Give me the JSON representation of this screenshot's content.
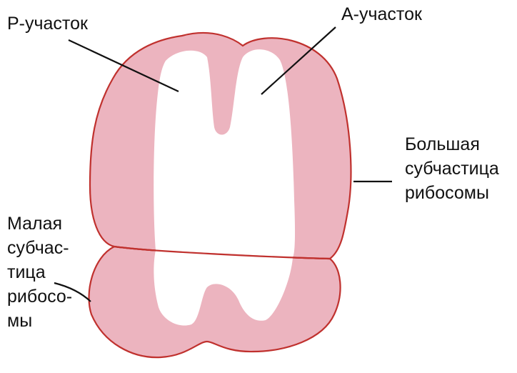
{
  "labels": {
    "p_site": "Р-участок",
    "a_site": "А-участок",
    "large_subunit": [
      "Большая",
      "субчастица",
      "рибосомы"
    ],
    "small_subunit": [
      "Малая",
      "субчас-",
      "тица",
      "рибосо-",
      "мы"
    ]
  },
  "colors": {
    "subunit_fill": "#ecb4bf",
    "outline": "#c0312e",
    "cavity": "#ffffff",
    "leader_line": "#111111"
  }
}
